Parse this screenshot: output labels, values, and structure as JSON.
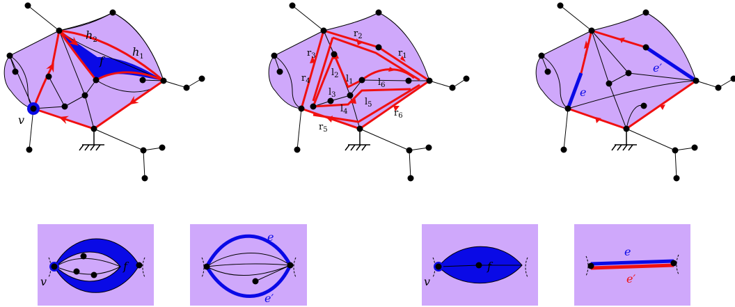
{
  "colors": {
    "face_fill": "#cfa8fb",
    "highlight": "#0a0ae6",
    "red": "#f01010",
    "vertex": "#000000",
    "edge": "#000000"
  },
  "panel1": {
    "label_h2_main": "h",
    "label_h2_sub": "2",
    "label_h1_main": "h",
    "label_h1_sub": "1",
    "label_f": "f",
    "label_v": "v"
  },
  "panel2": {
    "labels": [
      {
        "key": "r2",
        "main": "r",
        "sub": "2"
      },
      {
        "key": "r1",
        "main": "r",
        "sub": "1"
      },
      {
        "key": "r3",
        "main": "r",
        "sub": "3"
      },
      {
        "key": "r4",
        "main": "r",
        "sub": "4"
      },
      {
        "key": "l2",
        "main": "l",
        "sub": "2"
      },
      {
        "key": "l1",
        "main": "l",
        "sub": "1"
      },
      {
        "key": "l6",
        "main": "l",
        "sub": "6"
      },
      {
        "key": "l3",
        "main": "l",
        "sub": "3"
      },
      {
        "key": "l4",
        "main": "l",
        "sub": "4"
      },
      {
        "key": "l5",
        "main": "l",
        "sub": "5"
      },
      {
        "key": "r6",
        "main": "r",
        "sub": "6"
      },
      {
        "key": "r5",
        "main": "r",
        "sub": "5"
      }
    ]
  },
  "panel3": {
    "label_e": "e",
    "label_eprime": "e′"
  },
  "bottom": {
    "b1_v": "v",
    "b1_f": "f",
    "b2_e": "e",
    "b2_eprime": "e′",
    "b3_v": "v",
    "b3_f": "f",
    "b4_e": "e",
    "b4_eprime": "e′"
  }
}
